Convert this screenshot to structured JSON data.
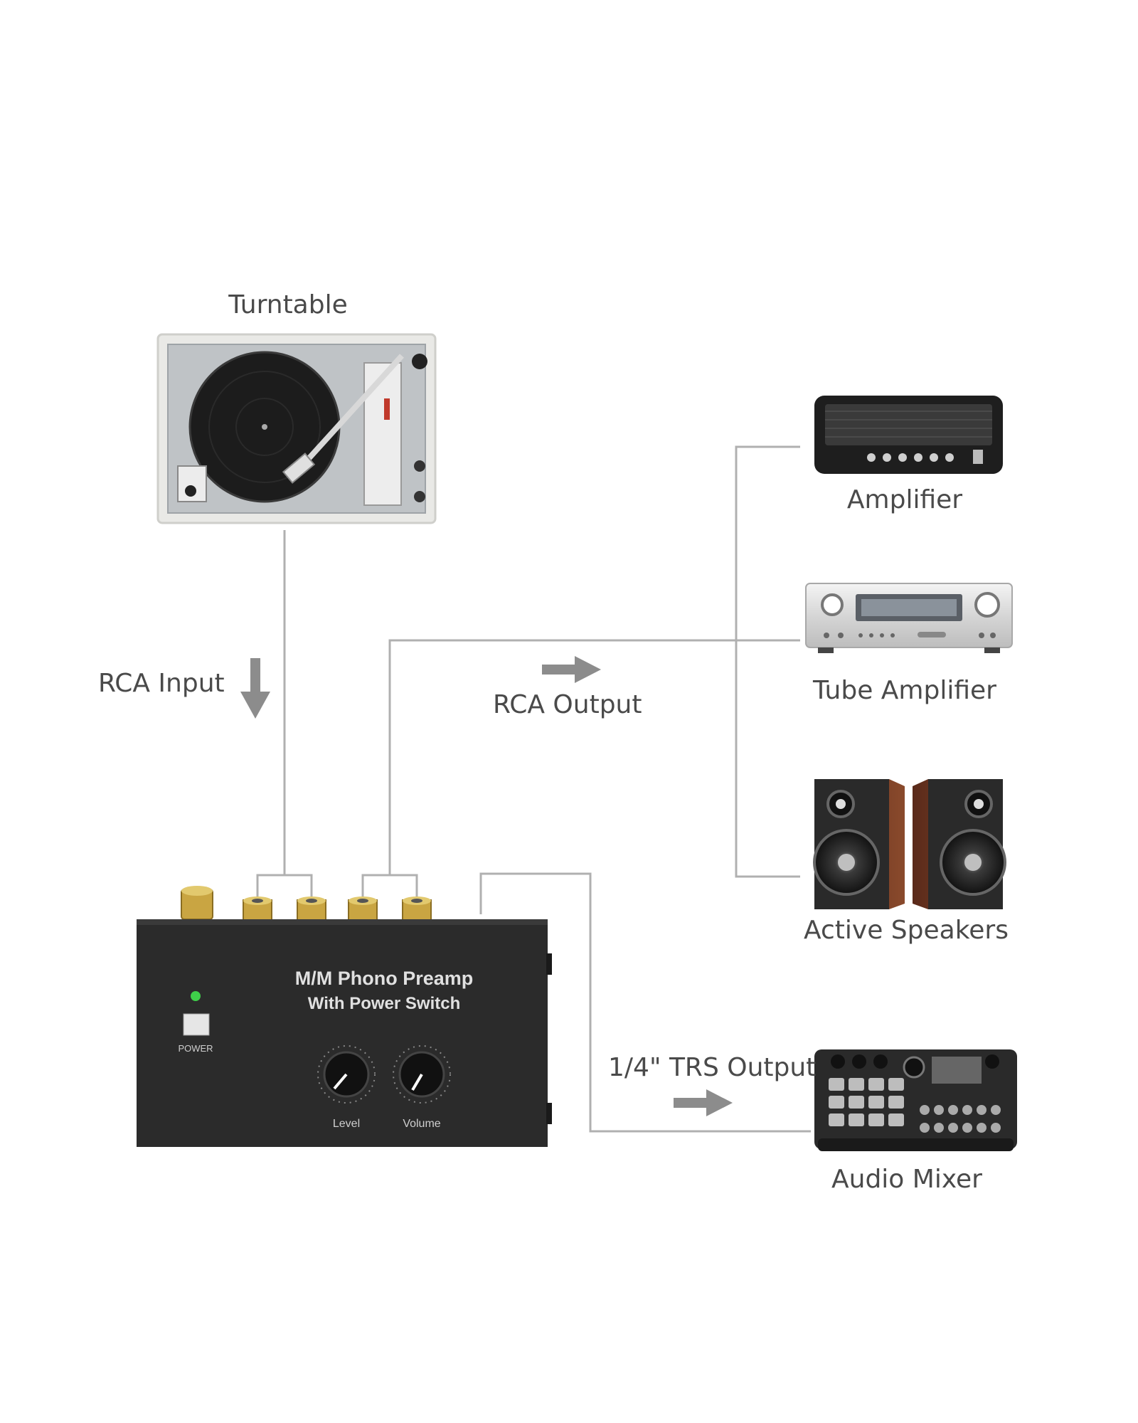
{
  "labels": {
    "turntable": "Turntable",
    "rca_input": "RCA Input",
    "rca_output": "RCA Output",
    "trs_output": "1/4\" TRS Output",
    "amplifier": "Amplifier",
    "tube_amplifier": "Tube Amplifier",
    "active_speakers": "Active Speakers",
    "audio_mixer": "Audio Mixer"
  },
  "preamp": {
    "title_line1": "M/M Phono Preamp",
    "title_line2": "With Power Switch",
    "power_label": "POWER",
    "knob1_label": "Level",
    "knob2_label": "Volume"
  },
  "colors": {
    "wire": "#b0b0b0",
    "arrow": "#8c8c8c",
    "label_text": "#4a4a4a",
    "preamp_body": "#2b2b2b",
    "rca_gold": "#c9a542",
    "led_green": "#3fcf4a"
  }
}
